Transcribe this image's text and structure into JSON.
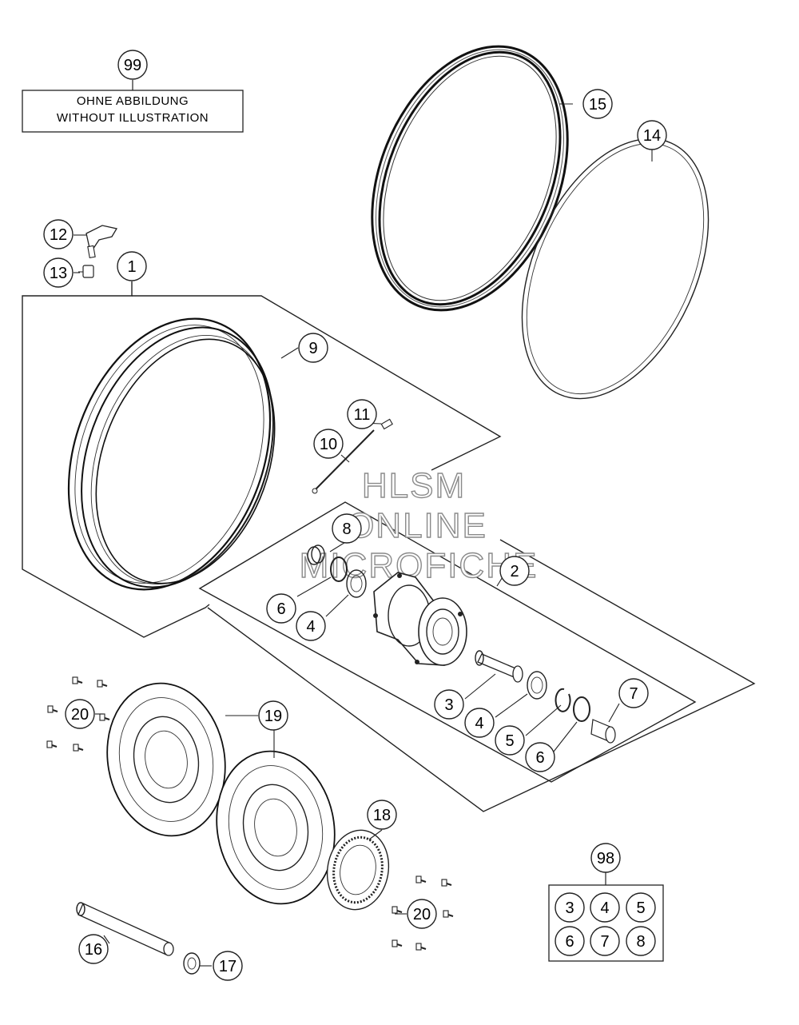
{
  "note_box": {
    "line1": "OHNE ABBILDUNG",
    "line2": "WITHOUT ILLUSTRATION"
  },
  "watermark": {
    "line1": "HLSM",
    "line2": "ONLINE",
    "line3": "MICROFICHE"
  },
  "callouts": {
    "c99": "99",
    "c15": "15",
    "c14": "14",
    "c12": "12",
    "c13": "13",
    "c1": "1",
    "c9": "9",
    "c11": "11",
    "c10": "10",
    "c8": "8",
    "c2": "2",
    "c6a": "6",
    "c4a": "4",
    "c3": "3",
    "c4b": "4",
    "c7": "7",
    "c5": "5",
    "c6b": "6",
    "c20a": "20",
    "c19": "19",
    "c18": "18",
    "c98": "98",
    "c20b": "20",
    "c16": "16",
    "c17": "17"
  },
  "kit_98": [
    "3",
    "4",
    "5",
    "6",
    "7",
    "8"
  ],
  "colors": {
    "line": "#222222",
    "watermark_stroke": "#8a8a8a",
    "background": "#ffffff"
  }
}
